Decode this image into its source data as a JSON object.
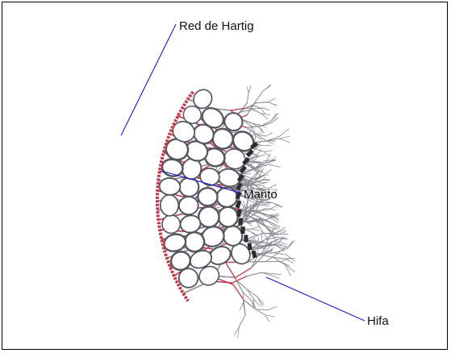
{
  "labels": {
    "hartig_net": "Red de Hartig",
    "mantle": "Manto",
    "hypha": "Hifa"
  },
  "colors": {
    "leader_line": "#1a1acc",
    "cell_walls": "#55565f",
    "hyphae": "#8a8a90",
    "fungal_tissue": "#c43a4a",
    "frame": "#000000"
  }
}
